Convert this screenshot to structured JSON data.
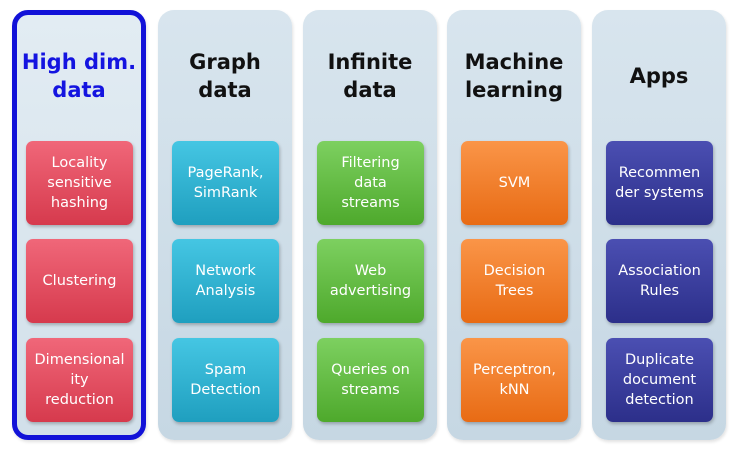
{
  "columns": [
    {
      "title": "High dim.\ndata",
      "items": [
        "Locality\nsensitive\nhashing",
        "Clustering",
        "Dimensional\nity\nreduction"
      ]
    },
    {
      "title": "Graph\ndata",
      "items": [
        "PageRank,\nSimRank",
        "Network\nAnalysis",
        "Spam\nDetection"
      ]
    },
    {
      "title": "Infinite\ndata",
      "items": [
        "Filtering\ndata\nstreams",
        "Web\nadvertising",
        "Queries on\nstreams"
      ]
    },
    {
      "title": "Machine\nlearning",
      "items": [
        "SVM",
        "Decision\nTrees",
        "Perceptron,\nkNN"
      ]
    },
    {
      "title": "Apps",
      "items": [
        "Recommen\nder systems",
        "Association\nRules",
        "Duplicate\ndocument\ndetection"
      ]
    }
  ],
  "colors": {
    "highlight_border": "#1212d8",
    "column_bg": "#d0dfe9",
    "red": "#e04e61",
    "teal": "#30b3d3",
    "green": "#63bd45",
    "orange": "#f2802d",
    "navy": "#373b9e"
  }
}
